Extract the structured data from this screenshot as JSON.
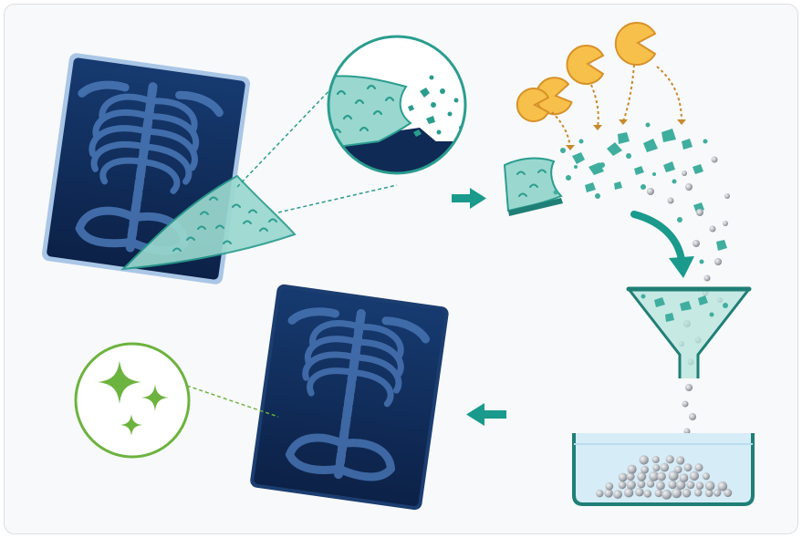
{
  "diagram": {
    "steps": [
      {
        "id": "xray-film-peeled",
        "icon": "xray-film-icon"
      },
      {
        "id": "coating-magnified",
        "icon": "magnifier-circle-icon"
      },
      {
        "id": "enzyme-digestion",
        "icon": "enzyme-pacman-icon"
      },
      {
        "id": "filter-funnel",
        "icon": "funnel-icon"
      },
      {
        "id": "silver-collected",
        "icon": "tray-icon"
      },
      {
        "id": "clean-film",
        "icon": "xray-film-icon"
      },
      {
        "id": "sparkle-clean",
        "icon": "sparkle-icon"
      }
    ],
    "colors": {
      "film_dark": "#0f2a55",
      "film_frame": "#7aa7d8",
      "bone": "#4a78b8",
      "coating": "#9ad8cf",
      "coating_dark": "#2a9d8f",
      "arrow": "#1a9a8c",
      "enzyme": "#f7c04a",
      "enzyme_outline": "#d89128",
      "silver": "#b8bcc2",
      "sparkle": "#6db33f",
      "tray_fill": "#d6ecf7"
    }
  }
}
